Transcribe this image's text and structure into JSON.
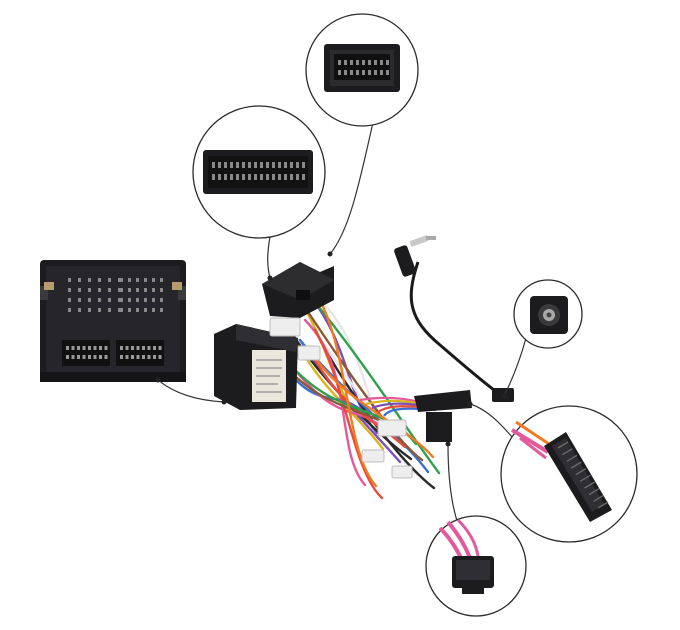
{
  "image": {
    "subject": "car-stereo-wiring-harness-adapter",
    "background_color": "#ffffff"
  },
  "colors": {
    "connector_body": "#1c1c1e",
    "connector_highlight": "#3a3a3d",
    "pin": "#8a8a8a",
    "callout_circle": "#2b2b2b",
    "pointer_line": "#333333",
    "label_sticker": "#e9e6dc",
    "wire_colors": [
      "#d9b21c",
      "#7a4fb8",
      "#e7e7e7",
      "#2a2a2a",
      "#3a6fd0",
      "#e35a9c",
      "#e84b3c",
      "#8a5a34",
      "#2f9f4a",
      "#f07b23"
    ]
  },
  "callouts": [
    {
      "id": "top-center",
      "icon": "rectangular-connector-closeup"
    },
    {
      "id": "top-left",
      "icon": "wide-connector-closeup"
    },
    {
      "id": "right-upper",
      "icon": "antenna-socket-closeup"
    },
    {
      "id": "right-lower",
      "icon": "slim-connector-with-pink-wires-closeup"
    },
    {
      "id": "bottom",
      "icon": "small-connector-with-pink-wires-closeup"
    }
  ]
}
